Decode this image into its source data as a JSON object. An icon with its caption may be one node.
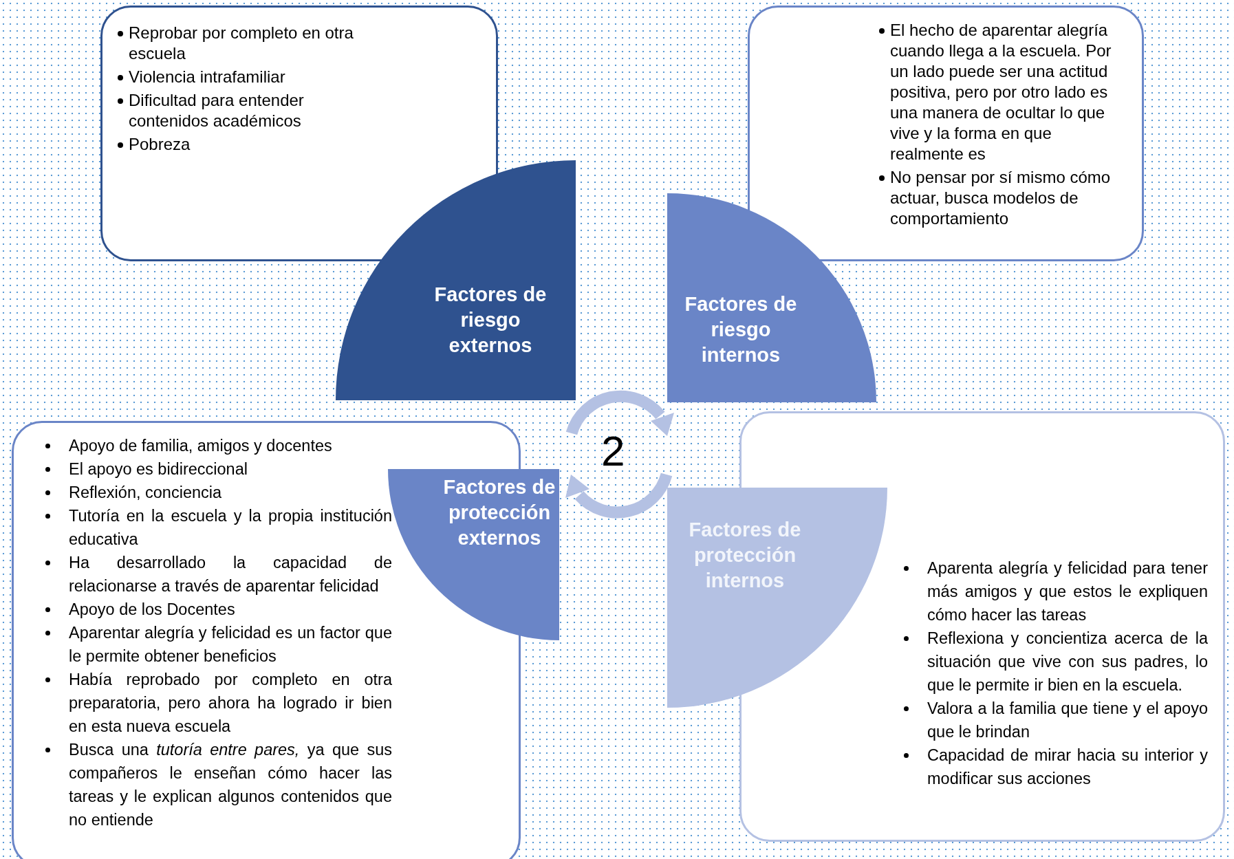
{
  "diagram": {
    "nodes": [
      {
        "text": [
          "Reprobar por completo en otra escuela",
          "Violencia intrafamiliar",
          "Dificultad para entender contenidos académicos",
          "Pobreza"
        ]
      },
      {
        "text": [
          "El hecho de aparentar alegría cuando llega a la escuela. Por un lado puede ser una actitud positiva, pero por otro lado es una manera de ocultar lo que vive y la forma en que realmente es",
          "No pensar por sí mismo cómo actuar, busca modelos de comportamiento"
        ]
      },
      {
        "text": [
          "Factores de riesgo externos"
        ]
      },
      {
        "text": [
          "Factores de riesgo internos"
        ]
      },
      {
        "text": [
          "Apoyo de familia, amigos y docentes",
          "El apoyo es bidireccional",
          "Reflexión, conciencia",
          "Tutoría en la escuela y la propia institución educativa",
          "Ha desarrollado la capacidad de relacionarse a través de aparentar felicidad",
          "Apoyo de los Docentes",
          "Aparentar alegría y felicidad es un factor que le permite obtener beneficios",
          "Había reprobado por completo en otra preparatoria, pero ahora ha logrado ir bien en esta nueva escuela",
          "Busca una *tutoría entre pares,* ya que sus compañeros le enseñan cómo hacer las tareas y le explican algunos contenidos que no entiende"
        ]
      },
      {
        "text": [
          "Factores de protección externos"
        ]
      },
      {
        "text": [
          "Factores de protección internos"
        ]
      },
      {
        "text": [
          "Aparenta alegría y felicidad para tener más amigos y que estos le expliquen cómo hacer las tareas",
          "Reflexiona y concientiza acerca de la situación que vive con sus padres, lo que le permite ir bien en la escuela.",
          "Valora a la familia que tiene y el apoyo que le brindan",
          "Capacidad de mirar hacia su interior y  modificar sus acciones"
        ]
      }
    ],
    "edges": [],
    "labels": [
      "2"
    ]
  }
}
